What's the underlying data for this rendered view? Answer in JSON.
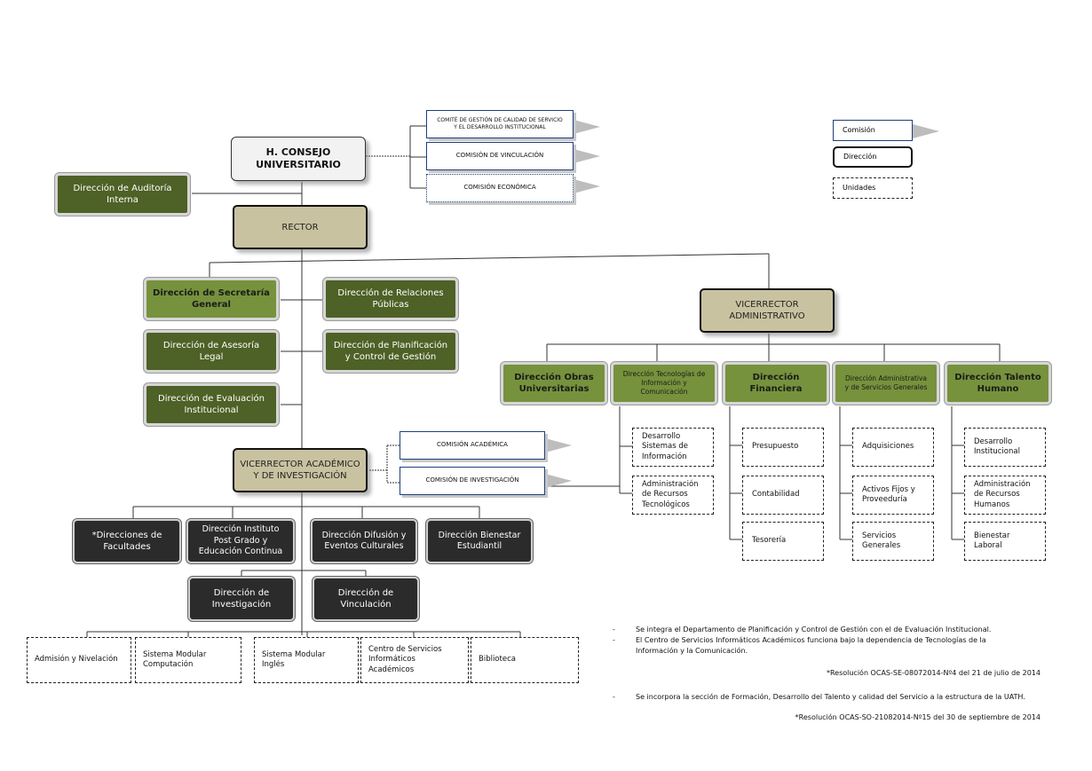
{
  "nodes": {
    "consejo": "H. CONSEJO\nUNIVERSITARIO",
    "auditoria": "Dirección de Auditoría\nInterna",
    "rector": "RECTOR",
    "com_calidad": "COMITÉ DE GESTIÓN DE CALIDAD DE SERVICIO\nY EL DESARROLLO INSTITUCIONAL",
    "com_vinculacion": "COMISIÓN DE VINCULACIÓN",
    "com_economica": "COMISIÓN ECONÓMICA",
    "secretaria": "Dirección de Secretaría\nGeneral",
    "relaciones": "Dirección de Relaciones\nPúblicas",
    "asesoria": "Dirección de Asesoría\nLegal",
    "planificacion": "Dirección de Planificación\ny Control de Gestión",
    "evaluacion": "Dirección de Evaluación\nInstitucional",
    "vicerrector_adm": "VICERRECTOR\nADMINISTRATIVO",
    "obras": "Dirección Obras\nUniversitarias",
    "tic": "Dirección Tecnologías de\nInformación y\nComunicación",
    "financiera": "Dirección\nFinanciera",
    "administrativa": "Dirección Administrativa\ny de Servicios Generales",
    "talento": "Dirección Talento\nHumano",
    "vicerrector_acad": "VICERRECTOR ACADÉMICO\nY DE INVESTIGACIÓN",
    "com_academica": "COMISIÓN ACADÉMICA",
    "com_investigacion": "COMISIÓN DE INVESTIGACIÓN",
    "facultades": "*Direcciones de\nFacultades",
    "postgrado": "Dirección Instituto\nPost Grado y\nEducación Continua",
    "difusion": "Dirección Difusión y\nEventos Culturales",
    "bienestar": "Dirección Bienestar\nEstudiantil",
    "investigacion": "Dirección de\nInvestigación",
    "vinculacion": "Dirección de\nVinculación"
  },
  "units": {
    "tic": [
      "Desarrollo\nSistemas de\nInformación",
      "Administración\nde Recursos\nTecnológicos"
    ],
    "financiera": [
      "Presupuesto",
      "Contabilidad",
      "Tesorería"
    ],
    "administrativa": [
      "Adquisiciones",
      "Activos Fijos y\nProveeduría",
      "Servicios\nGenerales"
    ],
    "talento": [
      "Desarrollo\nInstitucional",
      "Administración\nde Recursos\nHumanos",
      "Bienestar\nLaboral"
    ],
    "academic": [
      "Admisión y Nivelación",
      "Sistema Modular\nComputación",
      "Sistema Modular\nInglés",
      "Centro de Servicios\nInformáticos\nAcadémicos",
      "Biblioteca"
    ]
  },
  "legend": {
    "comision": "Comisión",
    "direccion": "Dirección",
    "unidades": "Unidades"
  },
  "notes": {
    "n1": "Se integra el Departamento de Planificación y Control de Gestión con el de Evaluación Institucional.",
    "n2": "El Centro de Servicios Informáticos Académicos funciona bajo la dependencia de Tecnologías de la\nInformación y la Comunicación.",
    "r1": "*Resolución OCAS-SE-08072014-Nº4 del 21 de julio de 2014",
    "n3": "Se incorpora la sección de Formación, Desarrollo del Talento y calidad del Servicio a la estructura de la UATH.",
    "r2": "*Resolución OCAS-SO-21082014-Nº15 del 30 de septiembre de 2014",
    "dash": "-"
  }
}
